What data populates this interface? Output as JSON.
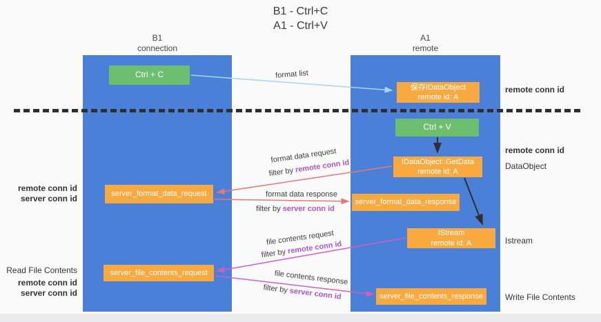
{
  "title": {
    "line1": "B1 - Ctrl+C",
    "line2": "A1 - Ctrl+V"
  },
  "lanes": {
    "left": {
      "title": "B1",
      "subtitle": "connection"
    },
    "right": {
      "title": "A1",
      "subtitle": "remote"
    }
  },
  "nodes": {
    "ctrl_c": {
      "label": "Ctrl + C"
    },
    "ctrl_v": {
      "label": "Ctrl + V"
    },
    "save_dataobject": {
      "line1": "保存IDataObject",
      "line2": "remote id: A"
    },
    "getdata": {
      "line1": "IDataObject::GetData",
      "line2": "remote id: A"
    },
    "istream": {
      "line1": "IStream",
      "line2": "remote id: A"
    },
    "server_format_data_request": {
      "label": "server_format_data_request"
    },
    "server_format_data_response": {
      "label": "server_format_data_response"
    },
    "server_file_contents_request": {
      "label": "server_file_contents_request"
    },
    "server_file_contents_response": {
      "label": "server_file_contents_response"
    }
  },
  "flow_labels": {
    "format_list": "format list",
    "format_data_request": "format data request",
    "format_data_response": "format data response",
    "file_contents_request": "file contents request",
    "file_contents_response": "file contents response",
    "filter_by": "filter by",
    "remote_conn_id": "remote conn id",
    "server_conn_id": "server conn id"
  },
  "side_labels": {
    "left": {
      "remote_conn_id": "remote conn id",
      "server_conn_id": "server conn id",
      "read_file_contents": "Read File Contents"
    },
    "right": {
      "remote_conn_id": "remote conn id",
      "dataobject": "DataObject",
      "istream": "Istream",
      "write_file_contents": "Write File Contents"
    }
  },
  "colors": {
    "lane_blue": "#4a80d8",
    "node_orange": "#f8a940",
    "node_green": "#6dbe6f",
    "purple_text": "#ab56c5",
    "green_text": "#5fbf63",
    "arrow_blue": "#a9d4f2",
    "arrow_red": "#e87673",
    "arrow_magenta": "#ce5fc5",
    "arrow_black": "#2f2f2f",
    "dashed_line": "#2e2e2e"
  }
}
